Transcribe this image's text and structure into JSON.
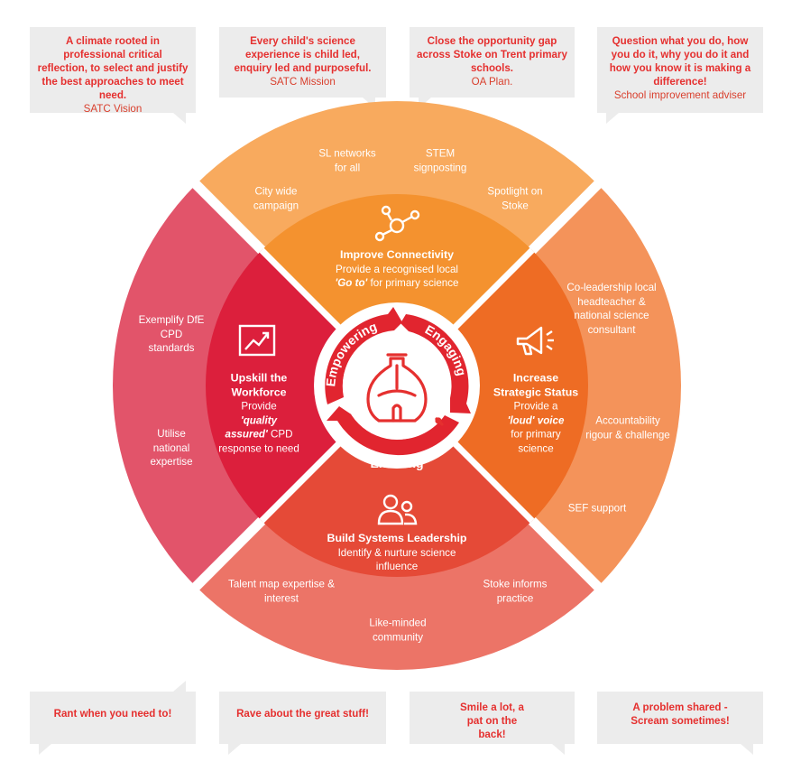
{
  "bubbles_top": [
    {
      "main": "A climate rooted in professional critical reflection, to select and justify the best approaches to meet need.",
      "attr": "SATC Vision"
    },
    {
      "main": "Every child's science experience is child led, enquiry led and purposeful.",
      "attr": "SATC Mission"
    },
    {
      "main": "Close the opportunity gap across Stoke on Trent primary schools.",
      "attr": "OA Plan."
    },
    {
      "main": "Question what you do, how you do it, why you do it and how you know it is making a difference!",
      "attr": "School improvement adviser"
    }
  ],
  "bubbles_bottom": [
    {
      "main": "Rant when you need to!"
    },
    {
      "main": "Rave about the great stuff!"
    },
    {
      "main": "Smile a lot, a pat on the back!"
    },
    {
      "main": "A problem shared - Scream sometimes!"
    }
  ],
  "colors": {
    "outer_top": "#f8aa5e",
    "outer_right": "#f4935a",
    "outer_bottom": "#ec7467",
    "outer_left": "#e2546a",
    "inner_top": "#f4922f",
    "inner_right": "#ee6c24",
    "inner_bottom": "#e54a37",
    "inner_left": "#dc1f3c",
    "ring_arrow": "#e1252f",
    "bubble_text": "#e5302f"
  },
  "quadrants": {
    "top": {
      "icon": "network-icon",
      "title": "Improve Connectivity",
      "text_before": "Provide a recognised local",
      "text_emph": "'Go to'",
      "text_after": "for primary science"
    },
    "right": {
      "icon": "megaphone-icon",
      "title": "Increase Strategic Status",
      "text_before": "Provide a",
      "text_emph": "'loud' voice",
      "text_after": "for primary science"
    },
    "bottom": {
      "icon": "people-icon",
      "title": "Build Systems Leadership",
      "text_before": "Identify & nurture science influence",
      "text_emph": "",
      "text_after": ""
    },
    "left": {
      "icon": "chart-growth-icon",
      "title": "Upskill the Workforce",
      "text_before": "Provide",
      "text_emph": "'quality assured'",
      "text_after": "CPD response to need"
    }
  },
  "outer_items": {
    "top": [
      "City wide campaign",
      "SL networks for all",
      "STEM signposting",
      "Spotlight on Stoke"
    ],
    "right": [
      "Co-leadership local headteacher & national science consultant",
      "Accountability rigour & challenge",
      "SEF support"
    ],
    "bottom": [
      "Talent map expertise & interest",
      "Like-minded community",
      "Stoke informs practice"
    ],
    "left": [
      "Exemplify DfE CPD standards",
      "Utilise national expertise"
    ]
  },
  "ring_labels": {
    "empowering": "Empowering",
    "engaging": "Engaging",
    "enabling": "Enabling"
  },
  "center": {
    "icon": "flask-icon"
  }
}
